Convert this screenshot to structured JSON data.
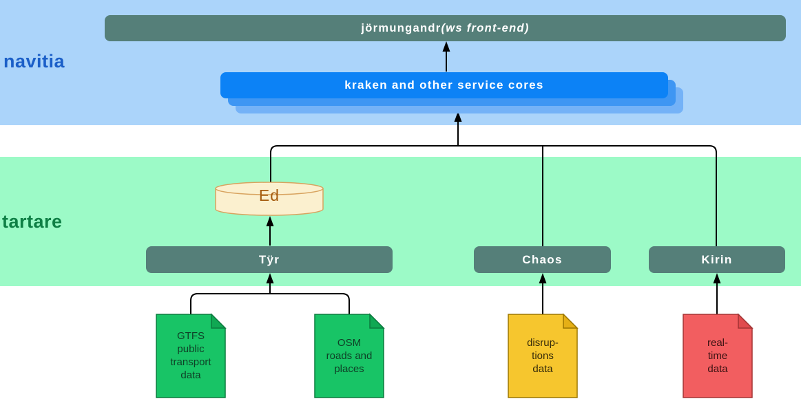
{
  "diagram": {
    "bands": {
      "navitia": {
        "label": "navitia",
        "bg": "#abd4fa",
        "label_color": "#1b5fc8"
      },
      "tartare": {
        "label": "tartare",
        "bg": "#9cfac7",
        "label_color": "#0e7f45"
      }
    },
    "nodes": {
      "jormungandr": {
        "label": "jörmungandr",
        "suffix": "(ws front-end)",
        "bg": "#557f79",
        "text_color": "#ffffff"
      },
      "kraken": {
        "label": "kraken and other service cores",
        "bg": "#0c82f6",
        "shadow_colors": [
          "#3e96f3",
          "#74b2f7"
        ],
        "text_color": "#ffffff"
      },
      "ed": {
        "label": "Ed",
        "shape": "database-cylinder",
        "bg": "#fbf0cf",
        "border": "#d8a35f",
        "text_color": "#a55c10"
      },
      "tyr": {
        "label": "Tÿr",
        "bg": "#557f79",
        "text_color": "#ffffff"
      },
      "chaos": {
        "label": "Chaos",
        "bg": "#557f79",
        "text_color": "#ffffff"
      },
      "kirin": {
        "label": "Kirin",
        "bg": "#557f79",
        "text_color": "#ffffff"
      }
    },
    "documents": [
      {
        "id": "gtfs",
        "lines": [
          "GTFS",
          "public",
          "transport",
          "data"
        ],
        "bg": "#18c466",
        "border": "#0b7b3e",
        "feeds": "tyr"
      },
      {
        "id": "osm",
        "lines": [
          "OSM",
          "roads and",
          "places"
        ],
        "bg": "#18c466",
        "border": "#0b7b3e",
        "feeds": "tyr"
      },
      {
        "id": "disruptions",
        "lines": [
          "disrup-",
          "tions",
          "data"
        ],
        "bg": "#f6c62e",
        "border": "#9c7700",
        "feeds": "chaos"
      },
      {
        "id": "realtime",
        "lines": [
          "real-",
          "time",
          "data"
        ],
        "bg": "#f25e60",
        "border": "#a33333",
        "feeds": "kirin"
      }
    ],
    "connector_color": "#000000"
  }
}
